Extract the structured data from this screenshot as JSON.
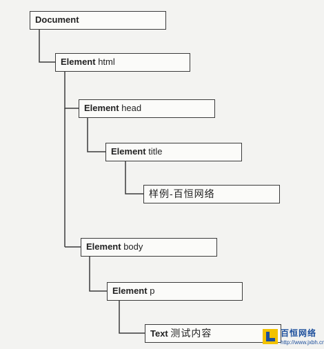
{
  "nodes": {
    "document": {
      "label": "Document"
    },
    "html": {
      "keyword": "Element",
      "name": "html"
    },
    "head": {
      "keyword": "Element",
      "name": "head"
    },
    "title": {
      "keyword": "Element",
      "name": "title"
    },
    "text1": {
      "value": "样例-百恒网络"
    },
    "body": {
      "keyword": "Element",
      "name": "body"
    },
    "p": {
      "keyword": "Element",
      "name": "p"
    },
    "text2": {
      "keyword": "Text",
      "value": "测试内容"
    }
  },
  "watermark": {
    "name": "百恒网络",
    "url": "http://www.jxbh.cn"
  },
  "colors": {
    "line": "#3a3a3a",
    "box_border": "#3a3a3a",
    "watermark": "#1d4f9c",
    "logo_yellow": "#f2c200"
  }
}
